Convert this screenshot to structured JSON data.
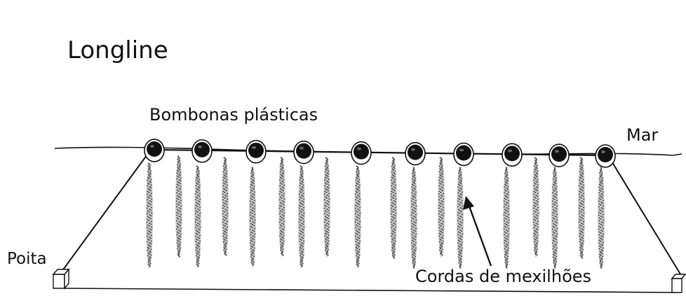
{
  "diagram": {
    "title": "Longline",
    "buoys_label": "Bombonas plásticas",
    "sea_label": "Mar",
    "anchor_label": "Poita",
    "ropes_label": "Cordas de mexilhões",
    "colors": {
      "ink": "#111111",
      "background": "#ffffff",
      "rope": "#555555"
    }
  }
}
